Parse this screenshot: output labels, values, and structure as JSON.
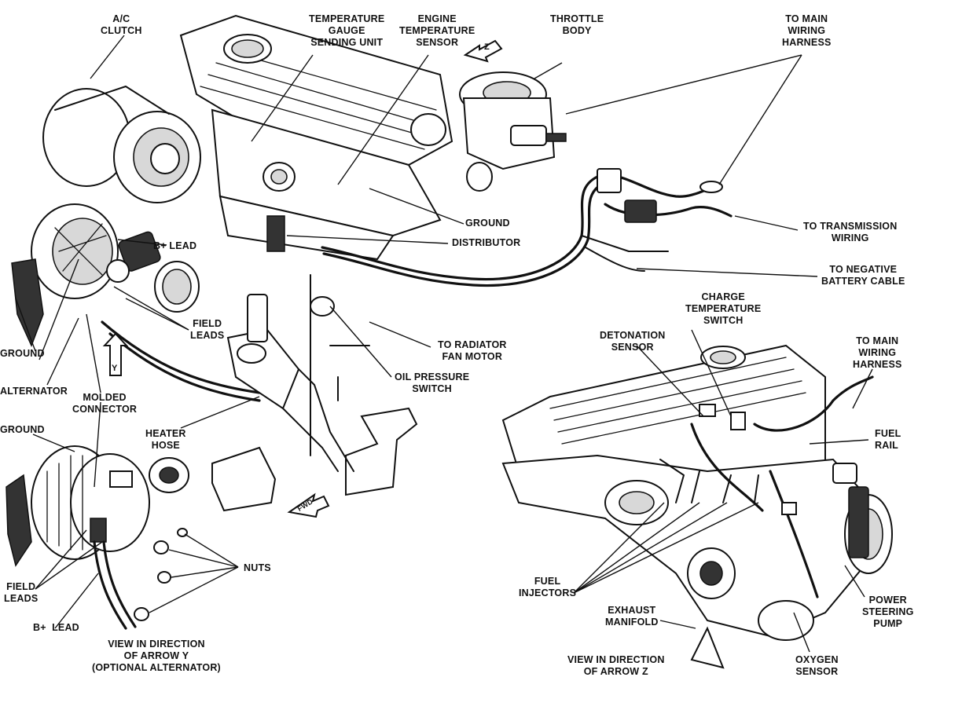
{
  "labels": {
    "ac_clutch": "A/C\nCLUTCH",
    "temp_gauge_sending_unit": "TEMPERATURE\nGAUGE\nSENDING UNIT",
    "engine_temp_sensor": "ENGINE\nTEMPERATURE\nSENSOR",
    "throttle_body": "THROTTLE\nBODY",
    "to_main_wiring_harness_top": "TO MAIN\nWIRING\nHARNESS",
    "ground_mid": "GROUND",
    "distributor": "DISTRIBUTOR",
    "to_transmission_wiring": "TO TRANSMISSION\nWIRING",
    "to_negative_battery_cable": "TO NEGATIVE\nBATTERY CABLE",
    "b_plus_lead_top": "B+ LEAD",
    "field_leads_top": "FIELD\nLEADS",
    "ground_left": "GROUND",
    "to_radiator_fan_motor": "TO RADIATOR\nFAN MOTOR",
    "oil_pressure_switch": "OIL PRESSURE\nSWITCH",
    "alternator": "ALTERNATOR",
    "molded_connector": "MOLDED\nCONNECTOR",
    "ground_lower_left": "GROUND",
    "heater_hose": "HEATER\nHOSE",
    "nuts": "NUTS",
    "field_leads_bottom": "FIELD\nLEADS",
    "b_plus_lead_bottom": "B+  LEAD",
    "view_arrow_y": "VIEW IN DIRECTION\nOF ARROW Y\n(OPTIONAL ALTERNATOR)",
    "charge_temp_switch": "CHARGE\nTEMPERATURE\nSWITCH",
    "detonation_sensor": "DETONATION\nSENSOR",
    "to_main_wiring_harness_right": "TO MAIN\nWIRING\nHARNESS",
    "fuel_rail": "FUEL\nRAIL",
    "fuel_injectors": "FUEL\nINJECTORS",
    "exhaust_manifold": "EXHAUST\nMANIFOLD",
    "power_steering_pump": "POWER\nSTEERING\nPUMP",
    "view_arrow_z": "VIEW IN DIRECTION\nOF ARROW Z",
    "oxygen_sensor": "OXYGEN\nSENSOR"
  },
  "arrows": {
    "arrow_z": "Z",
    "arrow_y": "Y",
    "arrow_fwd": "FWD"
  },
  "colors": {
    "ink": "#111111",
    "paper": "#ffffff"
  }
}
